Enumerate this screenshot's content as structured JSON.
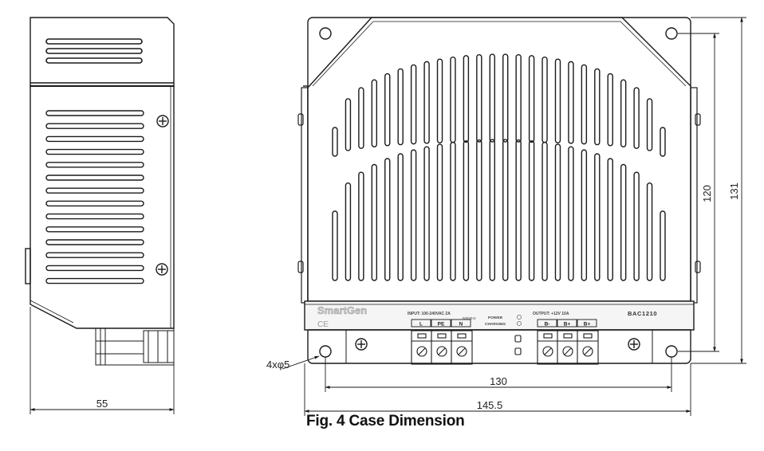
{
  "figure": {
    "caption": "Fig. 4 Case Dimension"
  },
  "dimensions": {
    "side_width": "55",
    "front_inner_width": "130",
    "front_outer_width": "145.5",
    "inner_height": "120",
    "outer_height": "131",
    "hole_callout": "4xφ5"
  },
  "label_strip": {
    "brand": "SmartGen",
    "ce_mark": "CE",
    "input_spec": "INPUT: 100-240VAC 2A",
    "input_freq": "50/60Hz",
    "input_terminals": [
      "L",
      "PE",
      "N"
    ],
    "power_label": "POWER",
    "charging_label": "CHARGING",
    "output_spec": "OUTPUT: +12V 10A",
    "output_terminals": [
      "B-",
      "B+",
      "B+"
    ],
    "model": "BAC1210"
  },
  "colors": {
    "line": "#1a1a1a",
    "label_strip": "#f3f3f3"
  }
}
